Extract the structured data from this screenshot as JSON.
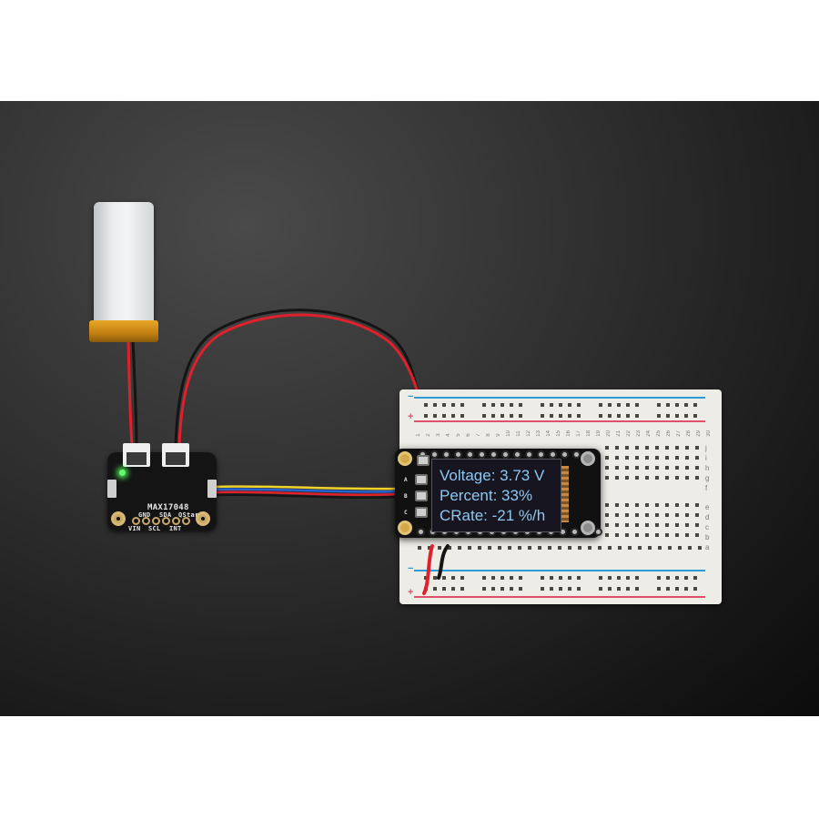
{
  "scene": {
    "description": "Product photo: LiPo battery connected to a MAX17048 fuel gauge breakout, wired via STEMMA QT cable to a Feather with OLED FeatherWing on a half-size breadboard",
    "background_color": "#2a2a2a",
    "border_color": "#ffffff"
  },
  "oled": {
    "lines": [
      "Voltage: 3.73 V",
      "Percent: 33%",
      "CRate: -21 %/h"
    ],
    "text_color": "#8dc8f2"
  },
  "breakout": {
    "chip_label": "MAX17048",
    "pins_top": [
      "GND",
      "SDA",
      "QStart"
    ],
    "pins_bottom": [
      "VIN",
      "SCL",
      "INT"
    ],
    "led_color": "#62ff6a"
  },
  "featherwing": {
    "buttons": [
      "Reset",
      "A",
      "B",
      "C"
    ]
  },
  "breadboard": {
    "column_numbers": [
      "1",
      "2",
      "3",
      "4",
      "5",
      "6",
      "7",
      "8",
      "9",
      "10",
      "11",
      "12",
      "13",
      "14",
      "15",
      "16",
      "17",
      "18",
      "19",
      "20",
      "21",
      "22",
      "23",
      "24",
      "25",
      "26",
      "27",
      "28",
      "29",
      "30"
    ],
    "row_letters_top": [
      "j",
      "i",
      "h",
      "g",
      "f"
    ],
    "row_letters_bottom": [
      "e",
      "d",
      "c",
      "b",
      "a"
    ],
    "rail_minus": "−",
    "rail_plus": "+",
    "rail_minus_color": "#2a9ad8",
    "rail_plus_color": "#e0506a"
  },
  "cables": {
    "battery_leads": [
      "#e0202a",
      "#151515"
    ],
    "power_leads": [
      "#e0202a",
      "#151515"
    ],
    "stemma_qt": [
      "#f1d22a",
      "#2364d6",
      "#e0202a",
      "#151515"
    ]
  }
}
